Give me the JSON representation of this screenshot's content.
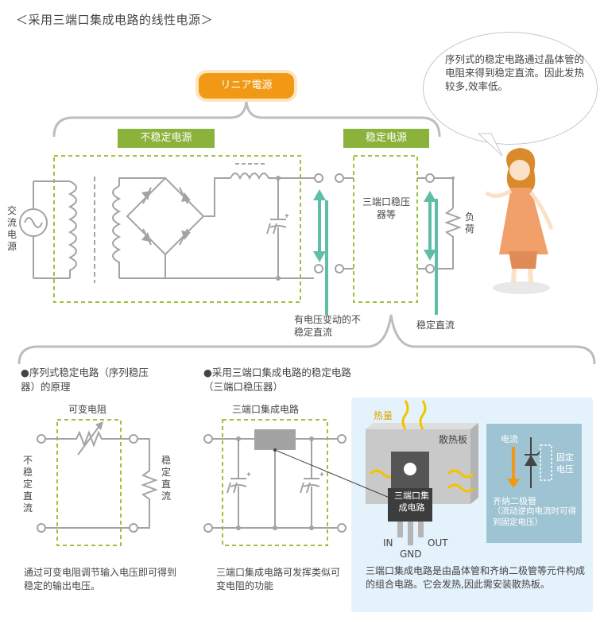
{
  "page": {
    "title": "＜采用三端口集成电路的线性电源＞"
  },
  "top": {
    "linear_label": "リニア電源",
    "unstable_label": "不稳定电源",
    "stable_label": "稳定电源",
    "ac_source": "交流电源",
    "regulator_box": "三端口稳压器等",
    "load": "负荷",
    "unstable_dc": "有电压变动的不稳定直流",
    "stable_dc": "稳定直流",
    "plus_sign": "+",
    "bubble_text": "序列式的稳定电路通过晶体管的电阻来得到稳定直流。因此发热较多,效率低。"
  },
  "bottom": {
    "left_heading": "●序列式稳定电路（序列稳压器）的原理",
    "variable_resistor": "可变电阻",
    "unstable_dc": "不稳定直流",
    "stable_dc": "稳定直流",
    "left_caption": "通过可变电阻调节输入电压即可得到稳定的输出电压。",
    "mid_heading": "●采用三端口集成电路的稳定电路（三端口稳压器）",
    "ic_label": "三端口集成电路",
    "mid_caption": "三端口集成电路可发挥类似可变电阻的功能",
    "heat": "热量",
    "heatsink": "散热板",
    "ic_chip": "三端口集成电路",
    "pin_in": "IN",
    "pin_gnd": "GND",
    "pin_out": "OUT",
    "current": "电流",
    "fixed_voltage": "固定电压",
    "zener": "齐纳二极管",
    "zener_note": "（流动逆向电流时可得到固定电压）",
    "right_caption": "三端口集成电路是由晶体管和齐纳二极管等元件构成的组合电路。它会发热,因此需安装散热板。"
  },
  "colors": {
    "green": "#8bb23b",
    "orange": "#f19915",
    "teal": "#5fbfa6",
    "blue_panel": "#e4f2fb",
    "dark_panel": "#9ec3d2"
  }
}
